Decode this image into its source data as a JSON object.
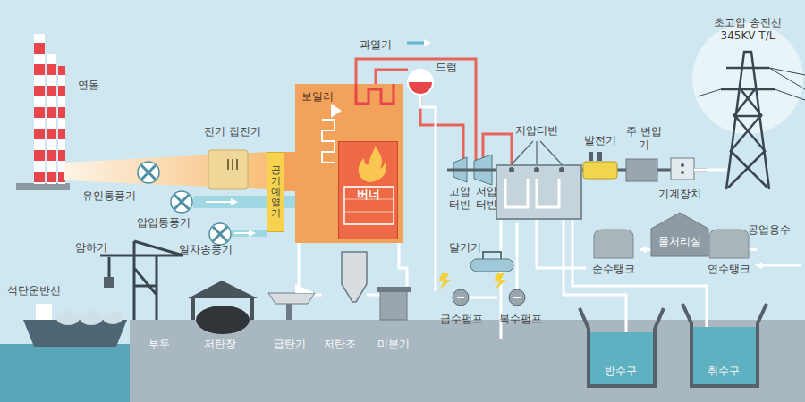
{
  "diagram": {
    "nodes": [
      {
        "text": [
          "공기예열기"
        ]
      },
      {
        "text": [
          "보일러"
        ]
      },
      {
        "text": [
          "버너"
        ],
        "in": 1
      },
      {
        "text": [
          "순수탱크"
        ]
      },
      {
        "text": [
          "물처리실"
        ]
      },
      {
        "text": [
          "연수탱크"
        ]
      }
    ],
    "edges": [
      {
        "from": 5,
        "to": 4,
        "arrow": "to"
      },
      {
        "from": 4,
        "to": 3,
        "arrow": "to"
      }
    ],
    "labels": [
      "연돌",
      "전기 집진기",
      "유인통풍기",
      "압입통풍기",
      "일차송풍기",
      "과열기",
      "드럼",
      "고압 터빈",
      "저압 터빈",
      "저압터빈",
      "발전기",
      "주 변압기",
      "기계장치",
      "초고압 송전선 345KV T/L",
      "달기기",
      "급수펌프",
      "복수펌프",
      "공업용수",
      "암하기",
      "석탄운반선",
      "부두",
      "저탄장",
      "급탄기",
      "저탄조",
      "미분기",
      "방수구",
      "취수구"
    ]
  }
}
